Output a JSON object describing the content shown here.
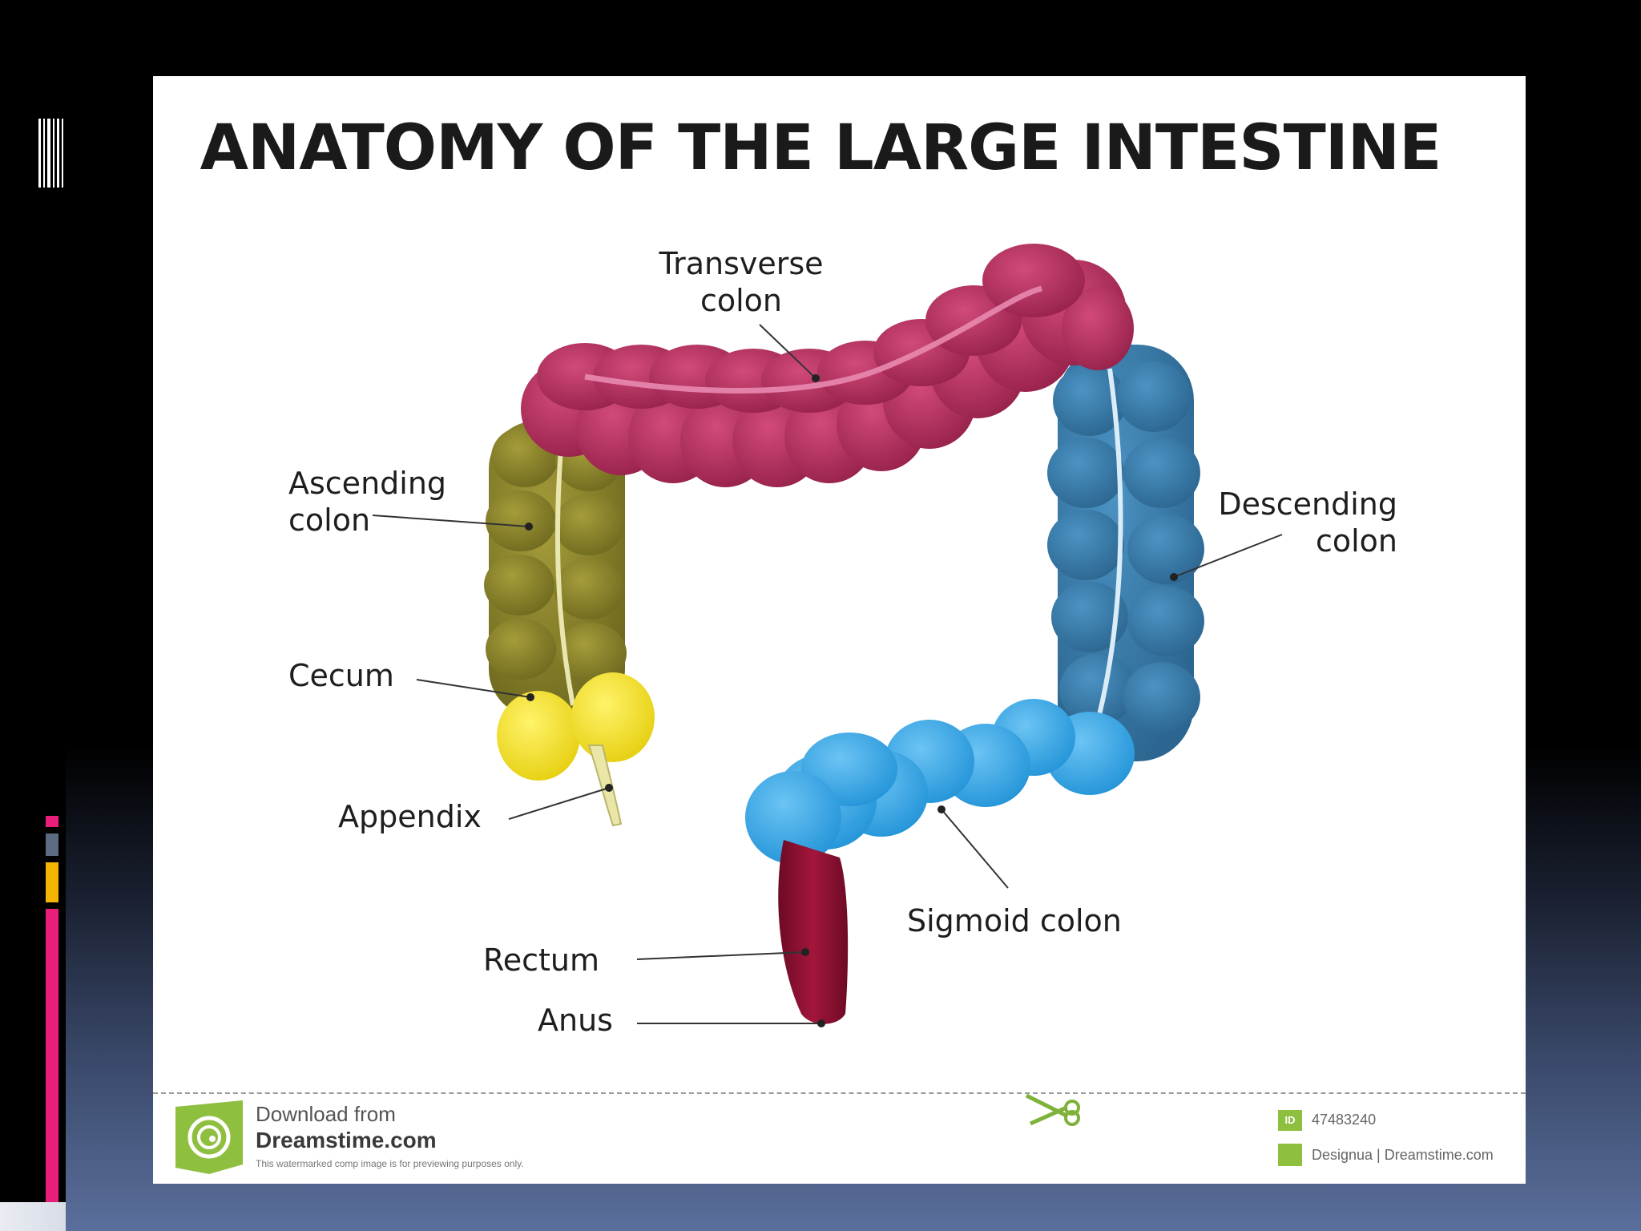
{
  "diagram": {
    "title": "ANATOMY OF THE LARGE INTESTINE",
    "labels": {
      "transverse": "Transverse\ncolon",
      "ascending": "Ascending\ncolon",
      "descending": "Descending\ncolon",
      "cecum": "Cecum",
      "appendix": "Appendix",
      "sigmoid": "Sigmoid colon",
      "rectum": "Rectum",
      "anus": "Anus"
    },
    "colors": {
      "transverse": "#b5315f",
      "ascending": "#8a8228",
      "descending": "#3a7fae",
      "cecum": "#f2e02a",
      "appendix": "#e9e6a8",
      "sigmoid": "#3eaaea",
      "rectum": "#8c0f2f"
    }
  },
  "watermark": {
    "download_from": "Download from",
    "site": "Dreamstime.com",
    "notice": "This watermarked comp image is for previewing purposes only.",
    "id_badge": "ID",
    "image_id": "47483240",
    "credit": "Designua | Dreamstime.com"
  },
  "slide": {
    "accent_colors": [
      "#e91e7a",
      "#5c6b82",
      "#f5b400",
      "#e91e7a"
    ]
  }
}
